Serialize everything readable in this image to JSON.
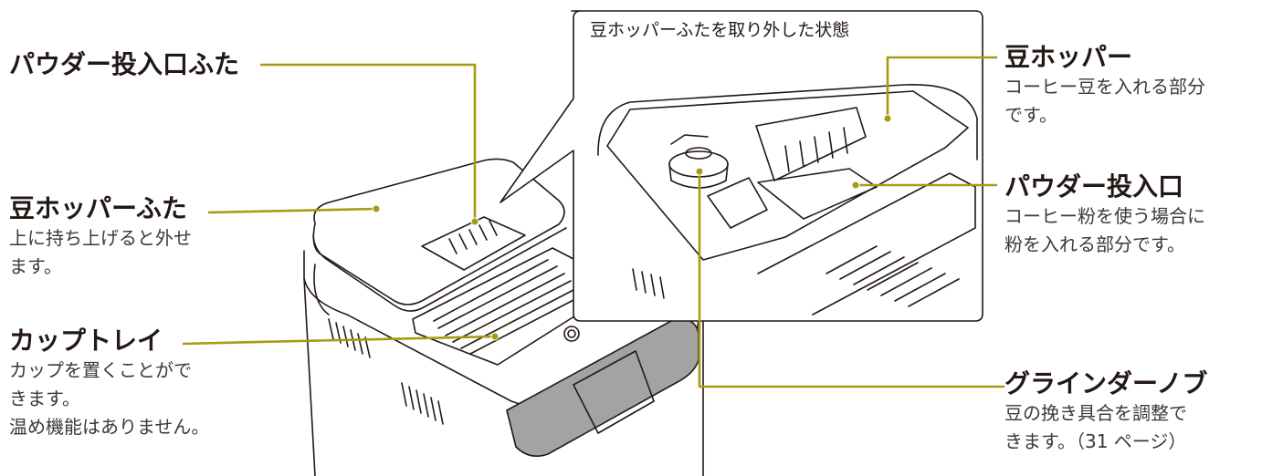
{
  "callout_caption": "豆ホッパーふたを取り外した状態",
  "labels": {
    "powder_lid": {
      "title": "パウダー投入口ふた"
    },
    "hopper_lid": {
      "title": "豆ホッパーふた",
      "desc": "上に持ち上げると外せ\nます。"
    },
    "cup_tray": {
      "title": "カップトレイ",
      "desc": "カップを置くことがで\nきます。\n温め機能はありません。"
    },
    "hopper": {
      "title": "豆ホッパー",
      "desc": "コーヒー豆を入れる部分\nです。"
    },
    "powder_inlet": {
      "title": "パウダー投入口",
      "desc": "コーヒー粉を使う場合に\n粉を入れる部分です。"
    },
    "grinder_knob": {
      "title": "グラインダーノブ",
      "desc": "豆の挽き具合を調整で\nきます。（31 ページ）"
    }
  },
  "colors": {
    "leader": "#a89a12",
    "outline": "#231815",
    "panel": "#a3a3a3"
  }
}
